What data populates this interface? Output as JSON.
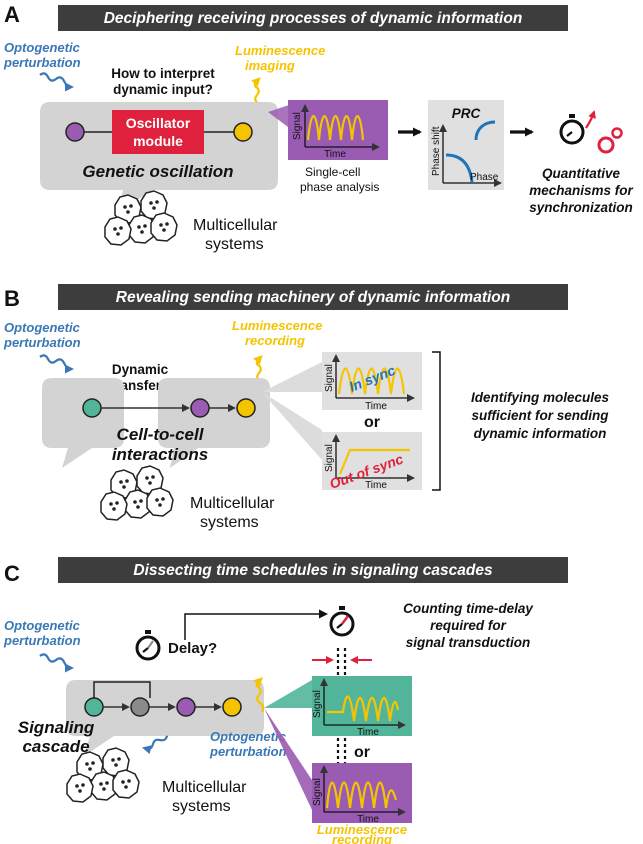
{
  "panels": {
    "a": {
      "letter": "A",
      "banner": "Deciphering receiving processes of dynamic information",
      "opto_label": [
        "Optogenetic",
        "perturbation"
      ],
      "question": [
        "How to interpret",
        "dynamic input?"
      ],
      "lum_label": [
        "Luminescence",
        "imaging"
      ],
      "module_label": [
        "Oscillator",
        "module"
      ],
      "region_label": "Genetic oscillation",
      "multicell_label": [
        "Multicellular",
        "systems"
      ],
      "plot_ylabel": "Signal",
      "plot_xlabel": "Time",
      "analysis_label": [
        "Single-cell",
        "phase analysis"
      ],
      "prc_title": "PRC",
      "prc_ylabel": "Phase shift",
      "prc_xlabel": "Phase",
      "outcome": [
        "Quantitative",
        "mechanisms for",
        "synchronization"
      ]
    },
    "b": {
      "letter": "B",
      "banner": "Revealing sending machinery of dynamic information",
      "opto_label": [
        "Optogenetic",
        "perturbation"
      ],
      "lum_label": [
        "Luminescence",
        "recording"
      ],
      "question": [
        "Dynamic",
        "transfer?"
      ],
      "region_label": [
        "Cell-to-cell",
        "interactions"
      ],
      "multicell_label": [
        "Multicellular",
        "systems"
      ],
      "insync_label": "In sync",
      "outsync_label": "Out of sync",
      "or_label": "or",
      "plot_ylabel": "Signal",
      "plot_xlabel": "Time",
      "outcome": [
        "Identifying molecules",
        "sufficient for sending",
        "dynamic information"
      ]
    },
    "c": {
      "letter": "C",
      "banner": "Dissecting time schedules in signaling cascades",
      "opto_label": [
        "Optogenetic",
        "perturbation"
      ],
      "delay_label": "Delay?",
      "outcome": [
        "Counting time-delay",
        "required for",
        "signal transduction"
      ],
      "region_label": [
        "Signaling",
        "cascade"
      ],
      "opto_label2": [
        "Optogenetic",
        "perturbation"
      ],
      "multicell_label": [
        "Multicellular",
        "systems"
      ],
      "or_label": "or",
      "plot_ylabel": "Signal",
      "plot_xlabel": "Time",
      "lum_label": [
        "Luminescence",
        "recording"
      ]
    }
  },
  "colors": {
    "banner": "#3d3d3d",
    "gray_region": "#d3d3d3",
    "purple": "#9a5bb3",
    "green": "#52b59a",
    "yellow": "#f5c400",
    "red": "#e0213d",
    "blue": "#3a78b5",
    "node_gray": "#8a8a8a"
  },
  "icons": [
    "wave-arrow-icon",
    "cell-cluster-icon",
    "stopwatch-icon",
    "gear-icon",
    "right-arrow-icon"
  ]
}
